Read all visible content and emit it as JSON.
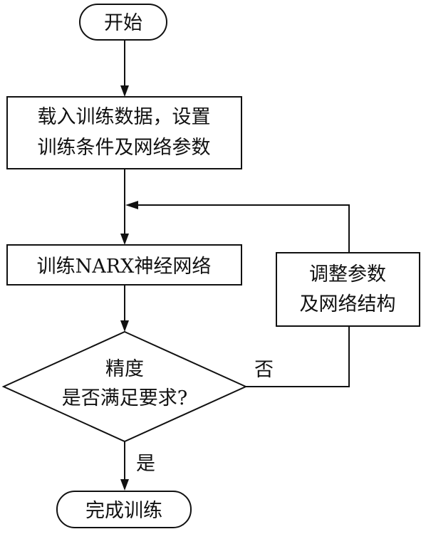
{
  "nodes": {
    "start": {
      "text": "开始"
    },
    "load": {
      "lines": [
        "载入训练数据，设置",
        "训练条件及网络参数"
      ]
    },
    "train": {
      "text": "训练NARX神经网络"
    },
    "adjust": {
      "lines": [
        "调整参数",
        "及网络结构"
      ]
    },
    "decision": {
      "lines": [
        "精度",
        "是否满足要求?"
      ]
    },
    "end": {
      "text": "完成训练"
    }
  },
  "edges": {
    "yes_label": "是",
    "no_label": "否"
  }
}
